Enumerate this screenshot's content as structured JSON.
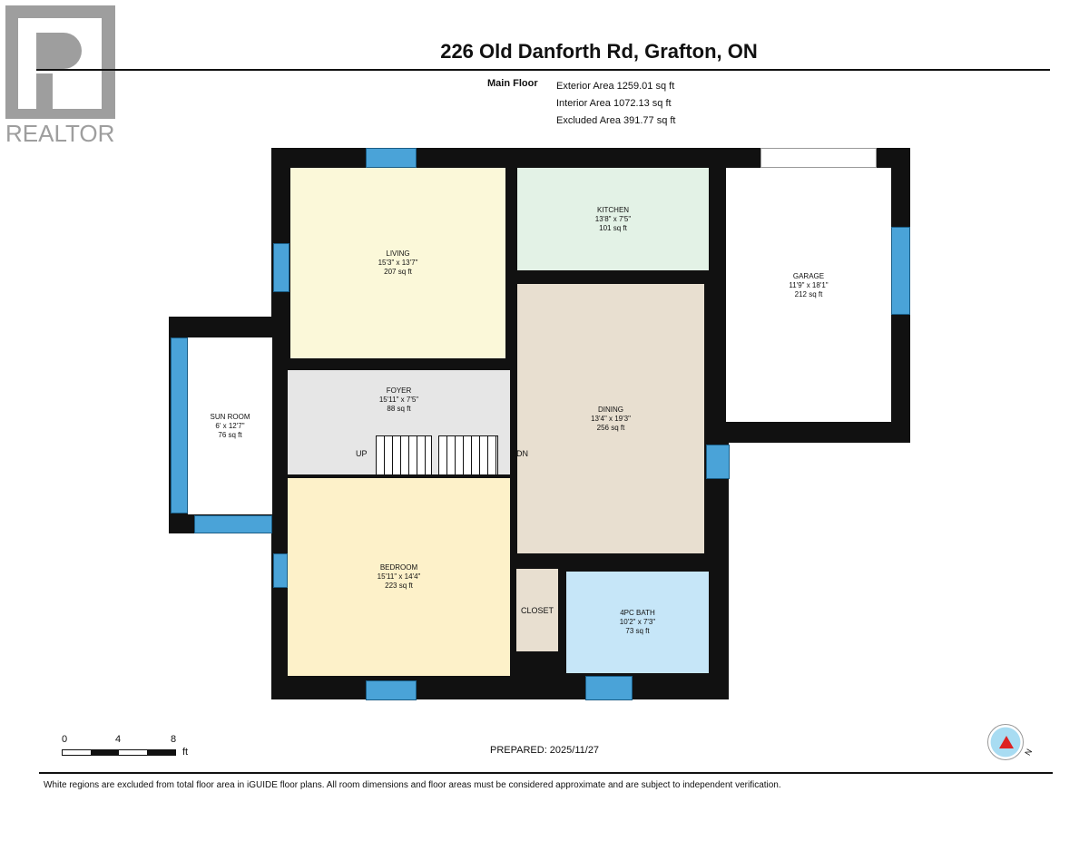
{
  "logo": {
    "text": "REALTOR"
  },
  "header": {
    "title": "226 Old Danforth Rd, Grafton, ON",
    "floor": "Main Floor",
    "exterior": "Exterior Area 1259.01 sq ft",
    "interior": "Interior Area 1072.13 sq ft",
    "excluded": "Excluded Area 391.77 sq ft"
  },
  "rooms": {
    "living": {
      "name": "LIVING",
      "dims": "15'3\" x 13'7\"",
      "area": "207 sq ft",
      "color": "#fbf8d9"
    },
    "kitchen": {
      "name": "KITCHEN",
      "dims": "13'8\" x 7'5\"",
      "area": "101 sq ft",
      "color": "#e3f2e6"
    },
    "garage": {
      "name": "GARAGE",
      "dims": "11'9\" x 18'1\"",
      "area": "212 sq ft",
      "color": "#ffffff"
    },
    "dining": {
      "name": "DINING",
      "dims": "13'4\" x 19'3\"",
      "area": "256 sq ft",
      "color": "#e8dfd0"
    },
    "foyer": {
      "name": "FOYER",
      "dims": "15'11\" x 7'5\"",
      "area": "88 sq ft",
      "color": "#e6e6e6"
    },
    "sunroom": {
      "name": "SUN ROOM",
      "dims": "6' x 12'7\"",
      "area": "76 sq ft",
      "color": "#ffffff"
    },
    "bedroom": {
      "name": "BEDROOM",
      "dims": "15'11\" x 14'4\"",
      "area": "223 sq ft",
      "color": "#fdf1c9"
    },
    "closet": {
      "name": "CLOSET",
      "color": "#e8dfd0"
    },
    "bath": {
      "name": "4PC BATH",
      "dims": "10'2\" x 7'3\"",
      "area": "73 sq ft",
      "color": "#c6e6f8"
    }
  },
  "stairs": {
    "up": "UP",
    "down": "DN"
  },
  "scale": {
    "t0": "0",
    "t1": "4",
    "t2": "8",
    "unit": "ft"
  },
  "prepared": "PREPARED: 2025/11/27",
  "compass": {
    "label": "N"
  },
  "footer": "White regions are excluded from total floor area in iGUIDE floor plans. All room dimensions and floor areas must be considered approximate and are subject to independent verification."
}
